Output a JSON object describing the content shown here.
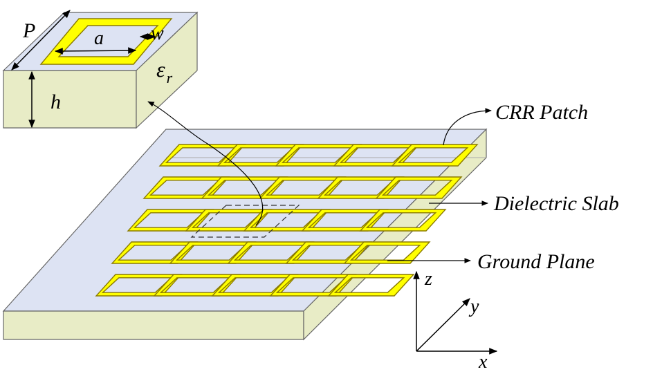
{
  "unit_cell": {
    "period_label": "P",
    "inner_size_label": "a",
    "strip_width_label": "w",
    "height_label": "h",
    "permittivity_symbol": "ε",
    "permittivity_subscript": "r"
  },
  "callouts": {
    "crr_patch": "CRR Patch",
    "dielectric_slab": "Dielectric Slab",
    "ground_plane": "Ground Plane"
  },
  "axes": {
    "z": "z",
    "y": "y",
    "x": "x"
  },
  "array": {
    "rows": 5,
    "columns": 5
  },
  "colors": {
    "patch_fill": "#ffff00",
    "patch_stroke": "#8a7a00",
    "slab_top": "#dde3f3",
    "slab_side": "#e8ecc6",
    "outline": "#555555"
  }
}
